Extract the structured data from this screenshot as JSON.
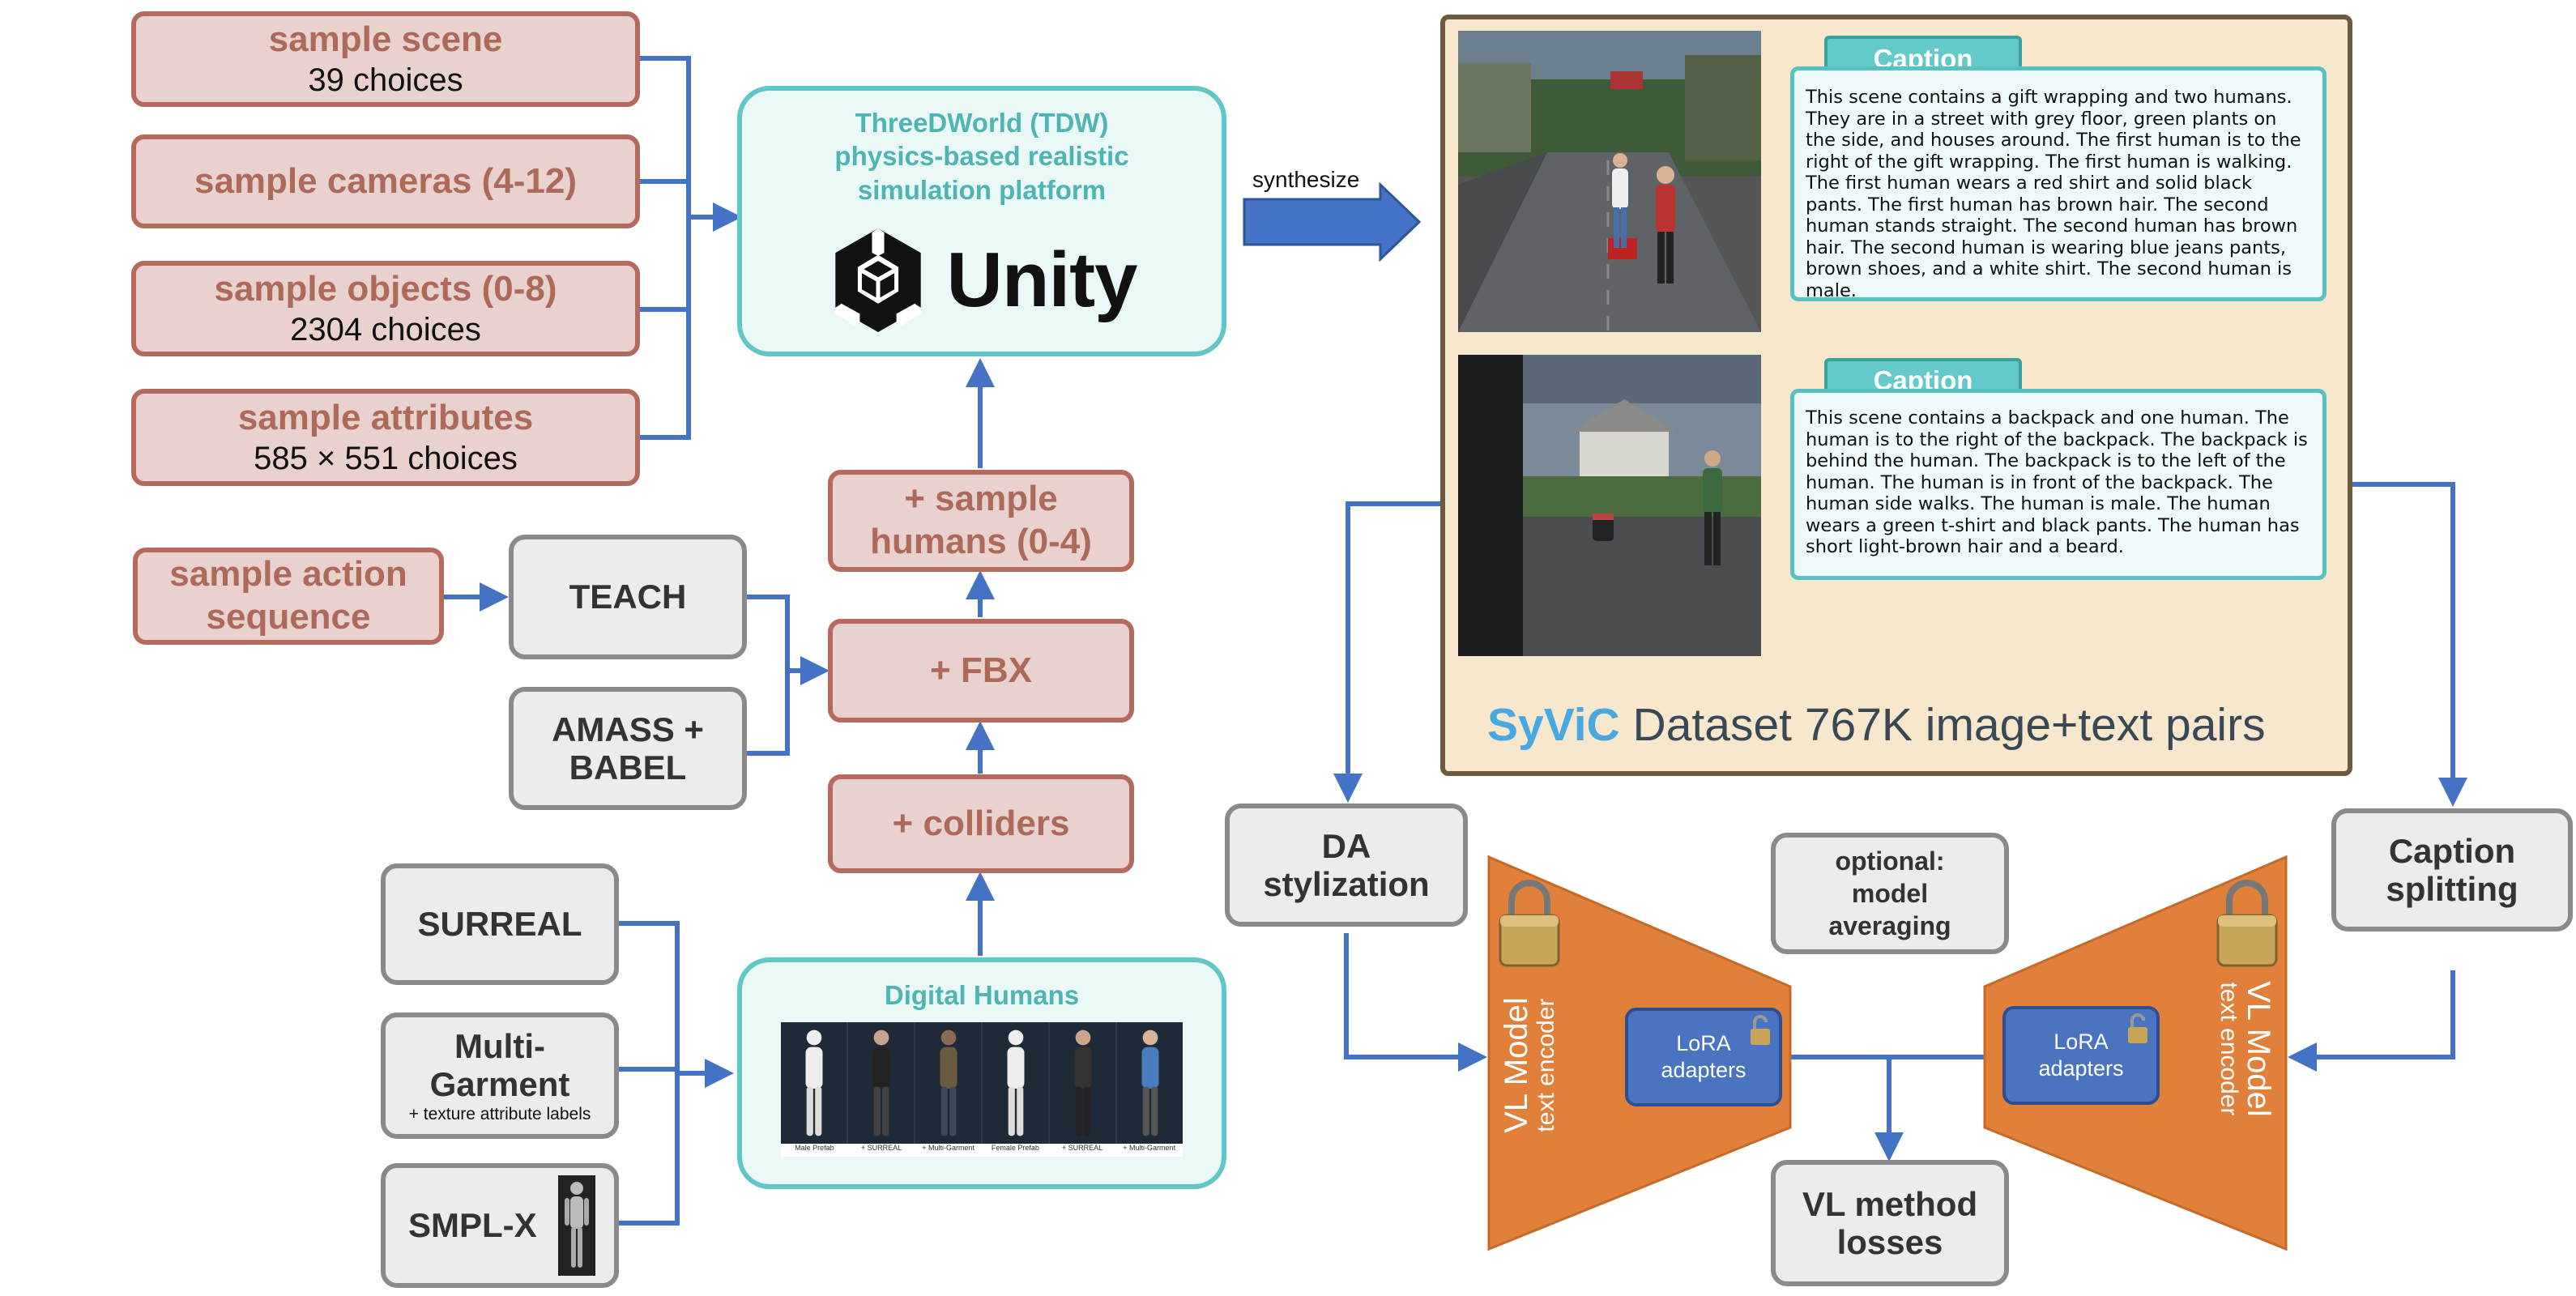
{
  "sample_boxes": {
    "scene": {
      "label": "sample scene",
      "sub": "39 choices"
    },
    "cameras": {
      "label": "sample cameras (4-12)"
    },
    "objects": {
      "label": "sample objects (0-8)",
      "sub": "2304 choices"
    },
    "attributes": {
      "label": "sample attributes",
      "sub": "585 × 551 choices"
    },
    "action": {
      "label_line1": "sample action",
      "label_line2": "sequence"
    }
  },
  "tdw": {
    "title_line1": "ThreeDWorld (TDW)",
    "title_line2": "physics-based realistic",
    "title_line3": "simulation platform",
    "unity_word": "Unity"
  },
  "pipeline": {
    "humans_line1": "+ sample",
    "humans_line2": "humans (0-4)",
    "fbx": "+ FBX",
    "colliders": "+ colliders"
  },
  "motion_sources": {
    "teach": "TEACH",
    "amass_line1": "AMASS +",
    "amass_line2": "BABEL"
  },
  "body_sources": {
    "surreal": "SURREAL",
    "multigarment_line1": "Multi-",
    "multigarment_line2": "Garment",
    "multigarment_note": "+ texture attribute labels",
    "smplx": "SMPL-X"
  },
  "digital_humans": {
    "title": "Digital Humans",
    "captions": [
      "Male Prefab",
      "+ SURREAL",
      "+ Multi-Garment",
      "Female Prefab",
      "+ SURREAL",
      "+ Multi-Garment"
    ]
  },
  "synthesize_label": "synthesize",
  "dataset": {
    "caption_tab": "Caption",
    "caption1": "This scene contains a gift wrapping and two humans. They are in a street with grey floor, green plants on the side, and houses around. The first human is to the right of the gift wrapping. The first human is walking. The first human wears a red shirt and solid black pants. The first human has brown hair. The second human stands straight. The second human has brown hair. The second human is wearing blue jeans pants, brown shoes, and a white shirt. The second human is male.",
    "caption2": "This scene contains a backpack and one human. The human is to the right of the backpack. The backpack is behind the human. The backpack is to the left of the human. The human is in front of the backpack. The human side walks. The human is male. The human wears a green t-shirt and black pants. The human has short light-brown hair and a beard.",
    "brand": "SyViC",
    "desc": " Dataset 767K image+text pairs"
  },
  "training": {
    "da_line1": "DA",
    "da_line2": "stylization",
    "caption_split_line1": "Caption",
    "caption_split_line2": "splitting",
    "optional_line1": "optional:",
    "optional_line2": "model",
    "optional_line3": "averaging",
    "vl_model": "VL Model",
    "text_encoder": "text encoder",
    "lora_line1": "LoRA",
    "lora_line2": "adapters",
    "losses_line1": "VL method",
    "losses_line2": "losses"
  },
  "colors": {
    "arrow_blue": "#4472c4",
    "sample_fill": "#e9d2ce",
    "sample_border": "#b46a5c",
    "teal_border": "#62c6c6",
    "encoder_orange": "#e0803a",
    "syvic_blue": "#4aa8e0"
  }
}
